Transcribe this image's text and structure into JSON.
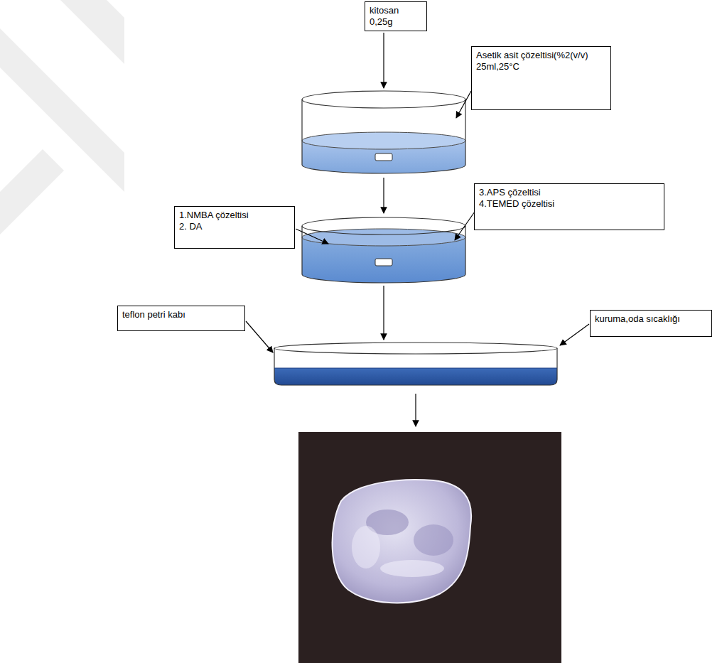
{
  "diagram": {
    "nodes": [
      {
        "text": [
          "kitosan",
          "0,25g"
        ]
      },
      {
        "text": [
          "Asetik asit çözeltisi(%2(v/v)",
          "25ml,25°C"
        ]
      },
      {
        "text": [
          "1.NMBA çözeltisi",
          "2. DA"
        ]
      },
      {
        "text": [
          "3.APS çözeltisi",
          "4.TEMED çözeltisi"
        ]
      },
      {
        "text": [
          "teflon petri kabı"
        ]
      },
      {
        "text": [
          "kuruma,oda sıcaklığı"
        ]
      }
    ]
  }
}
